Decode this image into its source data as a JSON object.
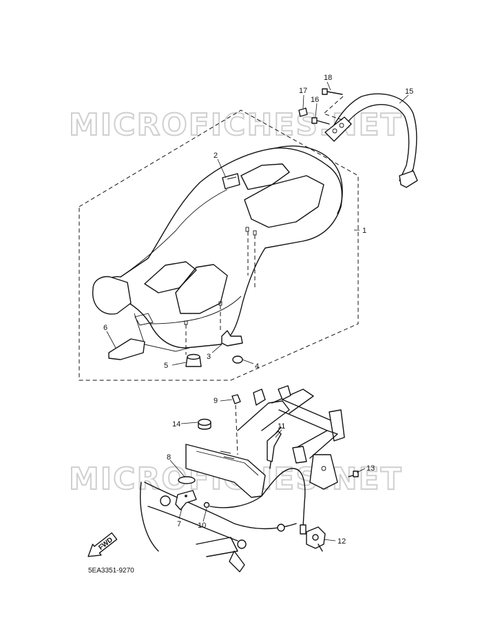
{
  "diagram": {
    "drawing_code": "5EA3351-9270",
    "watermark": "MICROFICHES.NET",
    "fwd_label": "FWD",
    "callouts": [
      {
        "id": "1",
        "label": "1"
      },
      {
        "id": "2",
        "label": "2"
      },
      {
        "id": "3",
        "label": "3"
      },
      {
        "id": "4",
        "label": "4"
      },
      {
        "id": "5",
        "label": "5"
      },
      {
        "id": "6",
        "label": "6"
      },
      {
        "id": "7",
        "label": "7"
      },
      {
        "id": "8",
        "label": "8"
      },
      {
        "id": "9",
        "label": "9"
      },
      {
        "id": "10",
        "label": "10"
      },
      {
        "id": "11",
        "label": "11"
      },
      {
        "id": "12",
        "label": "12"
      },
      {
        "id": "13",
        "label": "13"
      },
      {
        "id": "14",
        "label": "14"
      },
      {
        "id": "15",
        "label": "15"
      },
      {
        "id": "16",
        "label": "16"
      },
      {
        "id": "17",
        "label": "17"
      },
      {
        "id": "18",
        "label": "18"
      }
    ]
  }
}
